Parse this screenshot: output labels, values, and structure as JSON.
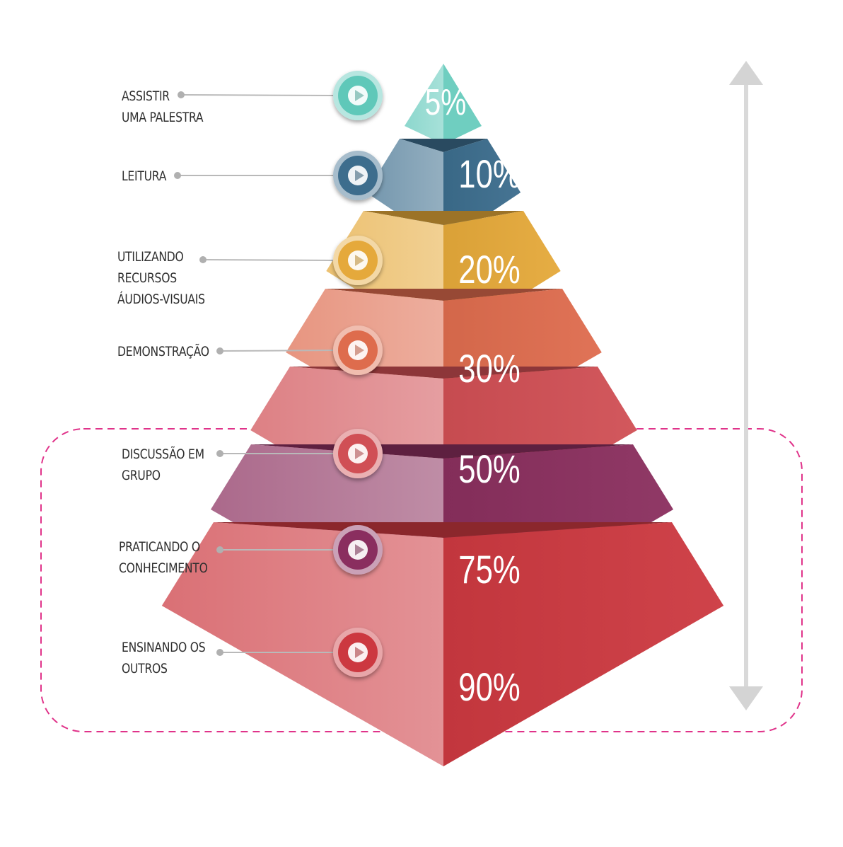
{
  "levels": [
    {
      "label_lines": [
        "ASSISTIR",
        "UMA PALESTRA"
      ],
      "percent": "5%",
      "color": "#5fc8b9"
    },
    {
      "label_lines": [
        "LEITURA"
      ],
      "percent": "10%",
      "color": "#3c6d8d"
    },
    {
      "label_lines": [
        "UTILIZANDO",
        "RECURSOS",
        "ÁUDIOS-VISUAIS"
      ],
      "percent": "20%",
      "color": "#e5a93a"
    },
    {
      "label_lines": [
        "DEMONSTRAÇÃO"
      ],
      "percent": "30%",
      "color": "#de6c4e"
    },
    {
      "label_lines": [
        "DISCUSSÃO EM",
        "GRUPO"
      ],
      "percent": "50%",
      "color": "#d04f54"
    },
    {
      "label_lines": [
        "PRATICANDO O",
        "CONHECIMENTO"
      ],
      "percent": "75%",
      "color": "#8a2f5e"
    },
    {
      "label_lines": [
        "ENSINANDO OS",
        "OUTROS"
      ],
      "percent": "90%",
      "color": "#cc3940"
    }
  ],
  "colors": {
    "highlight_border": "#e0338a",
    "arrow": "#d9d9d9",
    "connector": "#b9b9b9"
  },
  "icons": {
    "level_button": "play-icon",
    "scale_arrow": "double-arrow-icon"
  }
}
